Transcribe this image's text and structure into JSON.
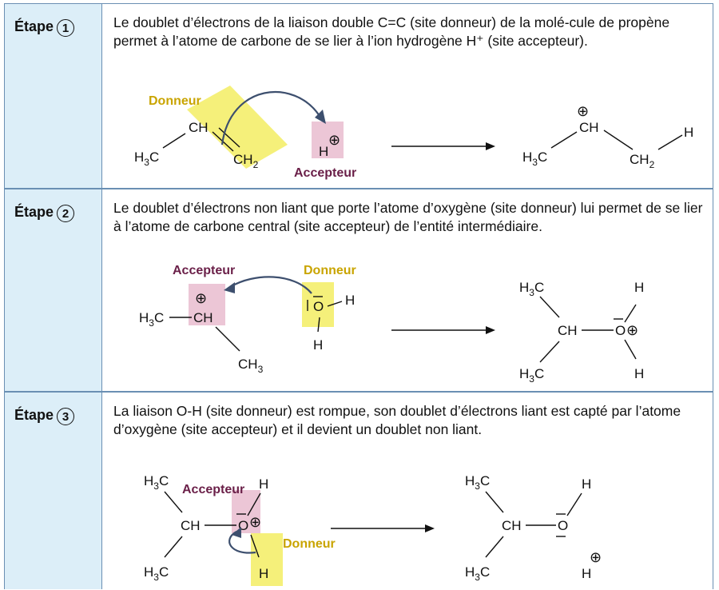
{
  "steps": [
    {
      "label": "Étape",
      "number": "1",
      "text": "Le doublet d’électrons de la liaison double C=C (site donneur) de la molé-cule de propène permet à l’atome de carbone de se lier à l’ion hydrogène H⁺ (site accepteur).",
      "labels": {
        "donor": "Donneur",
        "acceptor": "Accepteur"
      }
    },
    {
      "label": "Étape",
      "number": "2",
      "text": "Le doublet d’électrons non liant que porte l’atome d’oxygène (site donneur) lui permet de se lier à l’atome de carbone central (site accepteur) de l’entité intermédiaire.",
      "labels": {
        "donor": "Donneur",
        "acceptor": "Accepteur"
      }
    },
    {
      "label": "Étape",
      "number": "3",
      "text": "La liaison O-H (site donneur) est rompue, son doublet d’électrons liant est capté par l’atome d’oxygène (site accepteur) et il devient un doublet non liant.",
      "labels": {
        "donor": "Donneur",
        "acceptor": "Accepteur"
      }
    }
  ],
  "atoms": {
    "ch": "CH",
    "c": "C",
    "h": "H",
    "o": "O",
    "three": "3",
    "two": "2",
    "plus": "⊕"
  },
  "colors": {
    "donor_highlight": "#f5f07a",
    "acceptor_highlight": "#ecc6d6",
    "header_bg": "#dceef8",
    "border": "#6a8fb3"
  }
}
